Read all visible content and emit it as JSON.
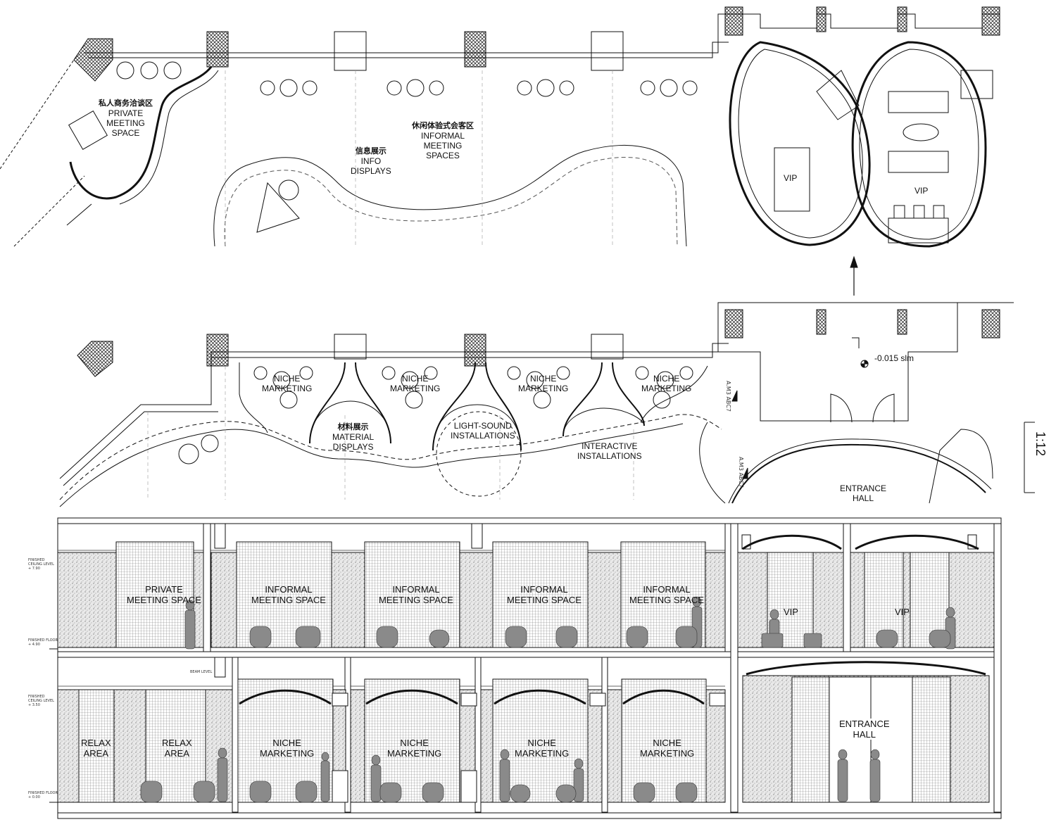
{
  "upper_plan": {
    "private_meeting": {
      "cn": "私人商务洽谈区",
      "en": [
        "PRIVATE",
        "MEETING",
        "SPACE"
      ]
    },
    "informal_meeting": {
      "cn": "休闲体验式会客区",
      "en": [
        "INFORMAL",
        "MEETING",
        "SPACES"
      ]
    },
    "info_displays": {
      "cn": "信息展示",
      "en": [
        "INFO",
        "DISPLAYS"
      ]
    },
    "vip_left": "VIP",
    "vip_right": "VIP"
  },
  "lower_plan": {
    "niche": [
      "NICHE",
      "MARKETING"
    ],
    "material_displays": {
      "cn": "材料展示",
      "en": [
        "MATERIAL",
        "DISPLAYS"
      ]
    },
    "light_sound": [
      "LIGHT-SOUND",
      "INSTALLATIONS"
    ],
    "interactive": [
      "INTERACTIVE",
      "INSTALLATIONS"
    ],
    "entrance_hall": [
      "ENTRANCE",
      "HALL"
    ],
    "level_mark": "-0.015 slm",
    "scale": "1:12",
    "section_tag": "A.M3 ABC7"
  },
  "section": {
    "upper_rooms": [
      [
        "PRIVATE",
        "MEETING SPACE"
      ],
      [
        "INFORMAL",
        "MEETING SPACE"
      ],
      [
        "INFORMAL",
        "MEETING SPACE"
      ],
      [
        "INFORMAL",
        "MEETING SPACE"
      ],
      [
        "INFORMAL",
        "MEETING SPACE"
      ]
    ],
    "upper_vip": [
      "VIP",
      "VIP"
    ],
    "lower_relax": [
      "RELAX",
      "AREA"
    ],
    "lower_niche": [
      "NICHE",
      "MARKETING"
    ],
    "lower_entrance": [
      "ENTRANCE",
      "HALL"
    ],
    "levels": {
      "upper_ceiling": [
        "FINISHED",
        "CEILING LEVEL",
        "+ 7.90"
      ],
      "upper_floor": [
        "FINISHED FLOOR",
        "+ 4.90"
      ],
      "lower_ceiling": [
        "FINISHED",
        "CEILING LEVEL",
        "+ 3.50"
      ],
      "lower_floor": [
        "FINISHED FLOOR",
        "+ 0.00"
      ],
      "beam": "BEAM LEVEL"
    }
  }
}
